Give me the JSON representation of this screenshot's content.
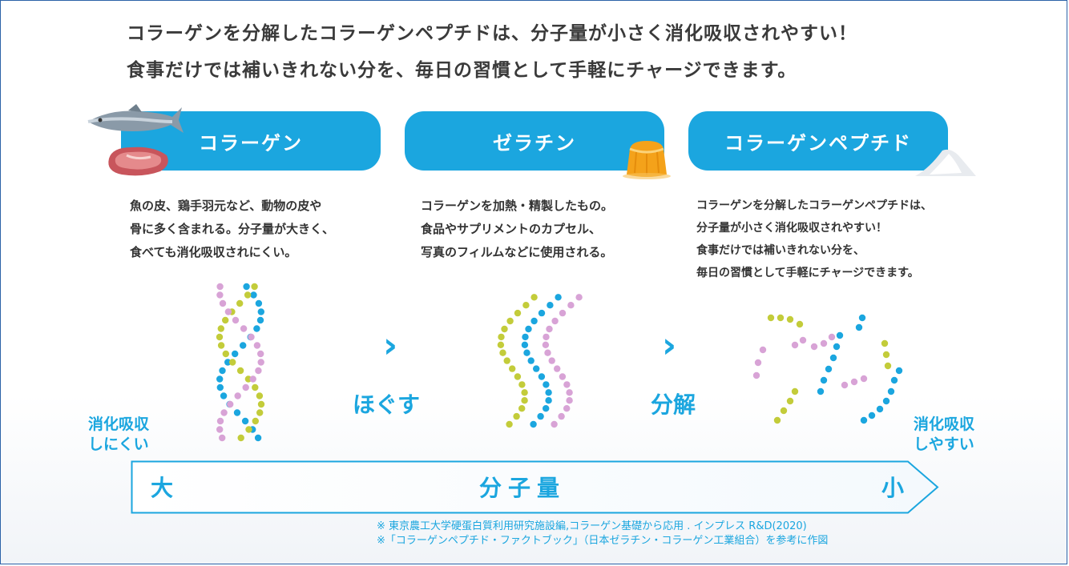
{
  "headline": {
    "line1": "コラーゲンを分解したコラーゲンペプチドは、分子量が小さく消化吸収されやすい！",
    "line2": "食事だけでは補いきれない分を、毎日の習慣として手軽にチャージできます。"
  },
  "stages": [
    {
      "title": "コラーゲン",
      "description": [
        "魚の皮、鶏手羽元など、動物の皮や",
        "骨に多く含まれる。分子量が大きく、",
        "食べても消化吸収されにくい。"
      ]
    },
    {
      "title": "ゼラチン",
      "description": [
        "コラーゲンを加熱・精製したもの。",
        "食品やサプリメントのカプセル、",
        "写真のフィルムなどに使用される。"
      ]
    },
    {
      "title": "コラーゲンペプチド",
      "description": [
        "コラーゲンを分解したコラーゲンペプチドは、",
        "分子量が小さく消化吸収されやすい！",
        "食事だけでは補いきれない分を、",
        "毎日の習慣として手軽にチャージできます。"
      ]
    }
  ],
  "processes": [
    {
      "arrow": "›",
      "label": "ほぐす"
    },
    {
      "arrow": "›",
      "label": "分解"
    }
  ],
  "digestion": {
    "hard": [
      "消化吸収",
      "しにくい"
    ],
    "easy": [
      "消化吸収",
      "しやすい"
    ]
  },
  "molecular_weight": {
    "large": "大",
    "label": "分子量",
    "small": "小"
  },
  "sources": [
    "※ 東京農工大学硬蛋白質利用研究施設編,コラーゲン基礎から応用 . インプレス R&D(2020)",
    "※「コラーゲンペプチド・ファクトブック」（日本ゼラチン・コラーゲン工業組合）を参考に作図"
  ],
  "colors": {
    "accent": "#1ba6df",
    "dot_blue": "#1ba6df",
    "dot_yellow": "#c3cc3a",
    "dot_pink": "#d8a3d6"
  }
}
